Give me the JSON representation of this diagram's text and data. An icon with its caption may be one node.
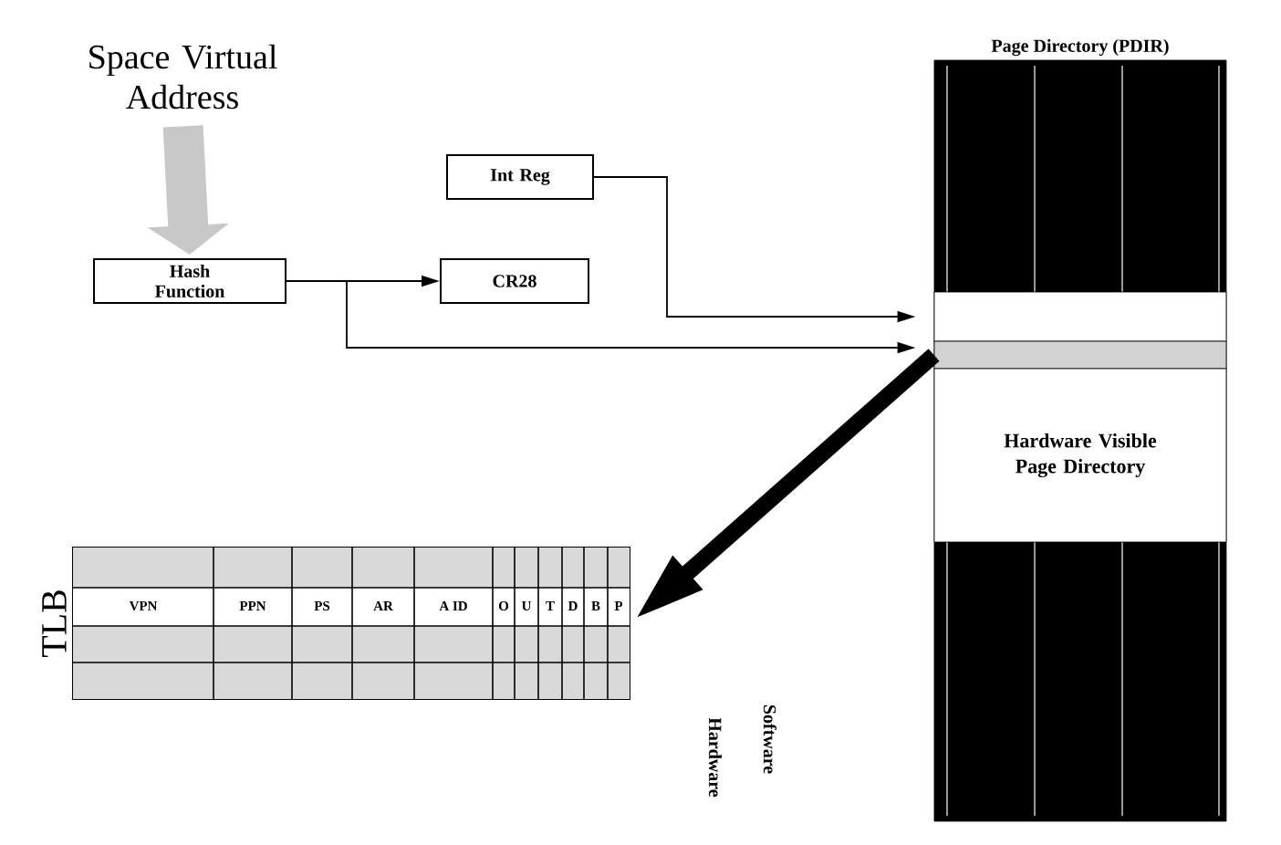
{
  "diagram": {
    "nodes": [
      {
        "text": [
          "Space Virtual Address"
        ]
      },
      {
        "text": [
          "Hash Function"
        ]
      },
      {
        "text": [
          "CR28"
        ]
      },
      {
        "text": [
          "Int Reg"
        ]
      },
      {
        "text": [
          "Page Directory (PDIR)"
        ]
      },
      {
        "text": [],
        "shape": "box",
        "in": 4
      },
      {
        "text": [],
        "shape": "bar",
        "in": 4
      },
      {
        "text": [
          "Hardware Visible Page Directory"
        ],
        "in": 4
      },
      {
        "text": [
          "TLB"
        ]
      }
    ],
    "edges": [
      {
        "from": 0,
        "to": 1,
        "arrow": "to",
        "style": "thick",
        "color": "#c8c8c8"
      },
      {
        "from": 1,
        "to": 2,
        "arrow": "to"
      },
      {
        "from": 3,
        "to": 5,
        "arrow": "to"
      },
      {
        "from": 1,
        "to": 6,
        "arrow": "to"
      },
      {
        "from": 6,
        "to": 8,
        "arrow": "to",
        "style": "thick"
      }
    ],
    "labels": [
      "VPN",
      "PPN",
      "PS",
      "AR",
      "A ID",
      "O",
      "U",
      "T",
      "D",
      "B",
      "P",
      "Hardware",
      "Software"
    ]
  }
}
